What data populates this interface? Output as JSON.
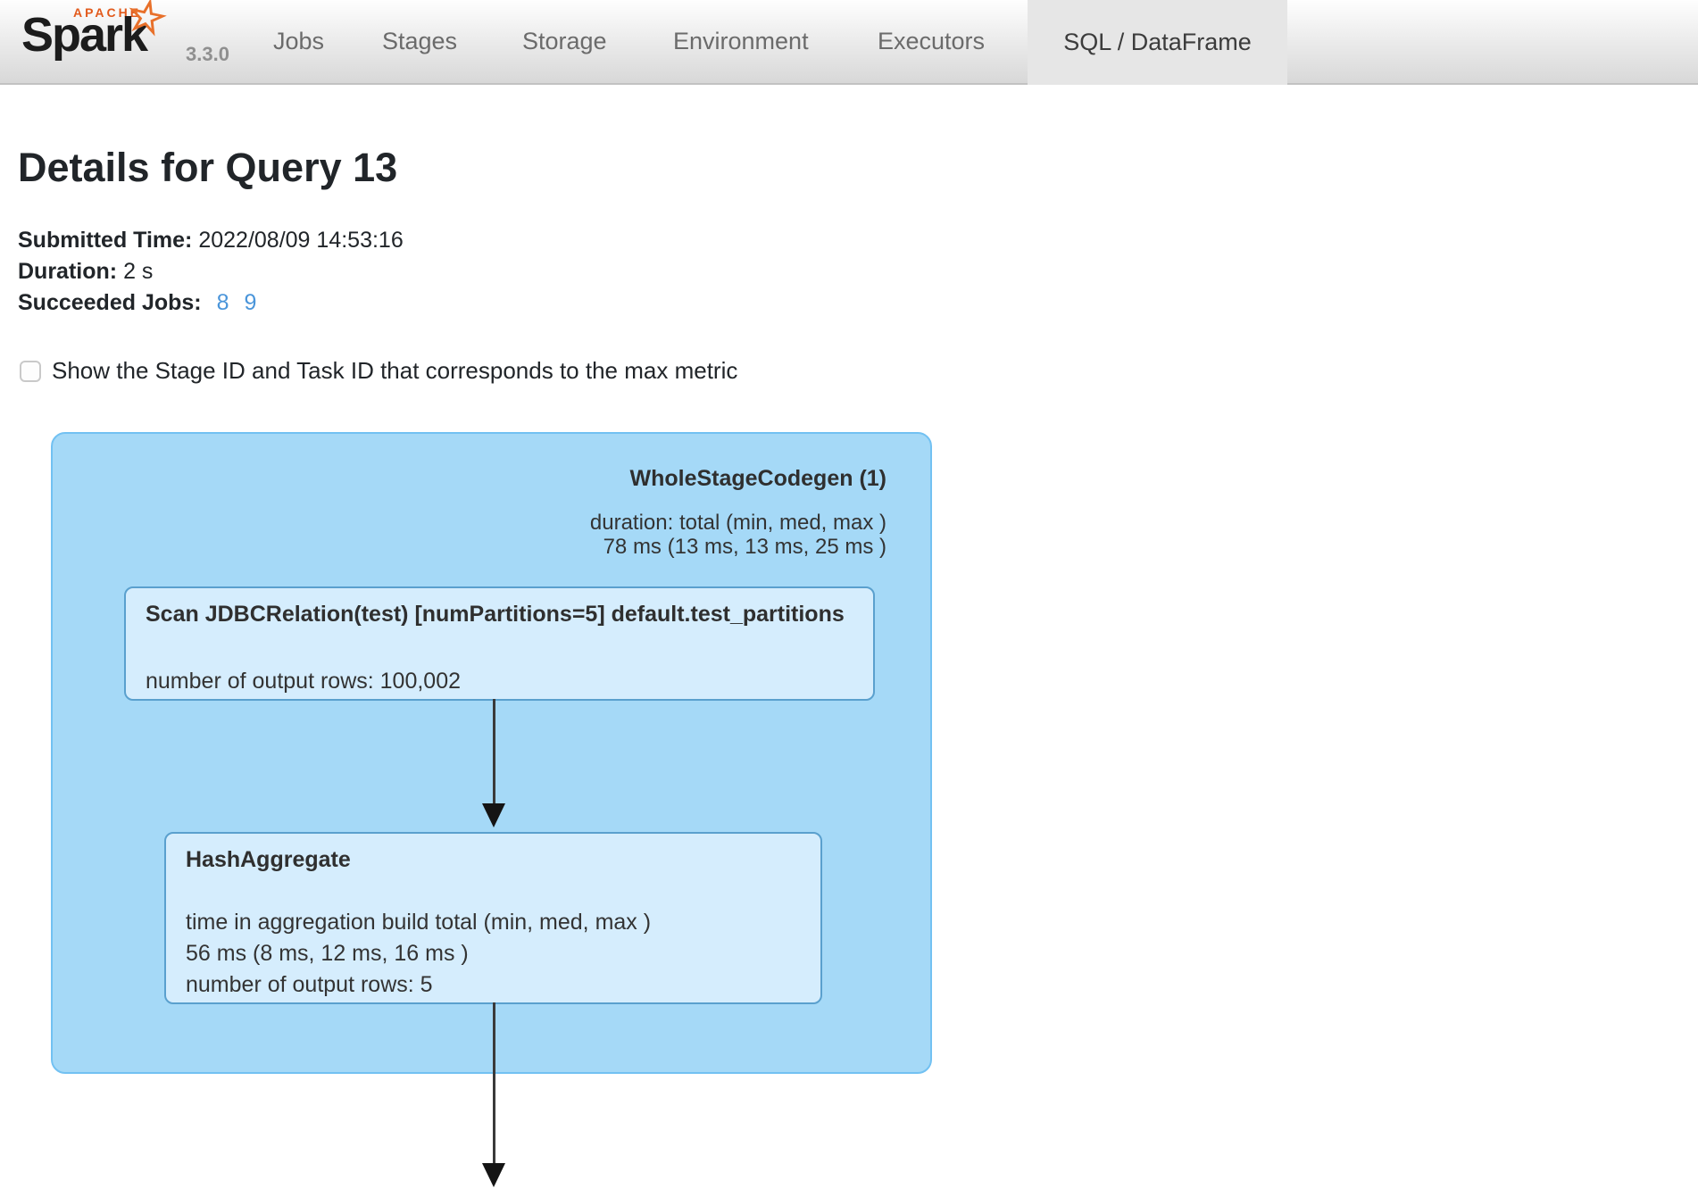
{
  "navbar": {
    "logo": {
      "apache": "APACHE",
      "name": "Spark",
      "star_icon": "orange-star",
      "version": "3.3.0"
    },
    "tabs": [
      {
        "label": "Jobs",
        "active": false
      },
      {
        "label": "Stages",
        "active": false
      },
      {
        "label": "Storage",
        "active": false
      },
      {
        "label": "Environment",
        "active": false
      },
      {
        "label": "Executors",
        "active": false
      },
      {
        "label": "SQL / DataFrame",
        "active": true
      }
    ]
  },
  "page": {
    "title": "Details for Query 13",
    "meta": [
      {
        "label": "Submitted Time:",
        "value": "2022/08/09 14:53:16"
      },
      {
        "label": "Duration:",
        "value": "2 s"
      },
      {
        "label": "Succeeded Jobs:",
        "links": [
          "8",
          "9"
        ]
      }
    ],
    "checkbox": {
      "label": "Show the Stage ID and Task ID that corresponds to the max metric",
      "checked": false
    }
  },
  "dag": {
    "cluster": {
      "title": "WholeStageCodegen (1)",
      "metrics": [
        "duration: total (min, med, max )",
        "78 ms (13 ms, 13 ms, 25 ms )"
      ]
    },
    "nodes": [
      {
        "title": "Scan JDBCRelation(test) [numPartitions=5] default.test_partitions",
        "metrics": [
          "number of output rows: 100,002"
        ]
      },
      {
        "title": "HashAggregate",
        "metrics": [
          "time in aggregation build total (min, med, max )",
          "56 ms (8 ms, 12 ms, 16 ms )",
          "number of output rows: 5"
        ]
      }
    ],
    "edges": [
      "scan-to-hashaggregate",
      "hashaggregate-down"
    ]
  },
  "colors": {
    "link_blue": "#4a95da",
    "cluster_fill": "#a5d9f7",
    "cluster_border": "#72c1f2",
    "node_fill": "#d5edfd",
    "node_border": "#5aa0ce",
    "active_tab_bg": "#e6e6e6",
    "logo_orange": "#e25a1c",
    "arrow": "#141414"
  }
}
